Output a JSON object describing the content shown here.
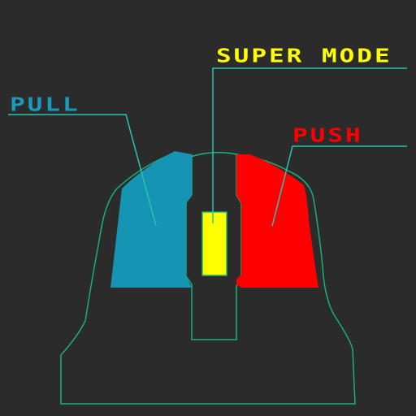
{
  "labels": {
    "super_mode": "SUPER MODE",
    "pull": "PULL",
    "push": "PUSH"
  },
  "colors": {
    "background": "#2b2b2b",
    "outline": "#19b07a",
    "leader_line": "#29c4b0",
    "pull_fill": "#1594b3",
    "push_fill": "#ff0000",
    "super_mode_fill": "#ffff00",
    "pull_text": "#1a9ab9",
    "push_text": "#ff0000",
    "super_mode_text": "#ffff00"
  }
}
